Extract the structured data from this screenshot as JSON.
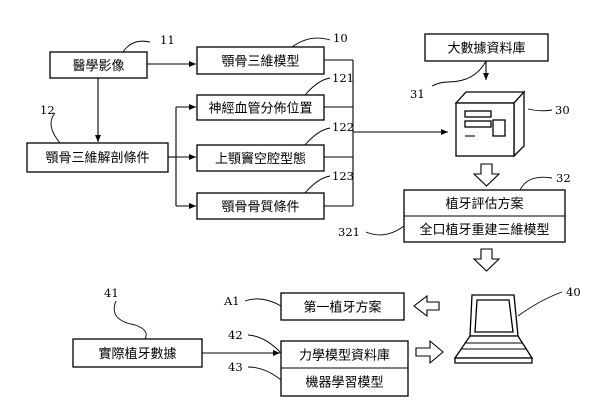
{
  "boxes": {
    "medical_image": "醫學影像",
    "jaw_3d_model": "顎骨三維模型",
    "nerve_vessel": "神經血管分佈位置",
    "jaw_anatomy": "顎骨三維解剖條件",
    "maxillary_sinus": "上顎竇空腔型態",
    "bone_quality": "顎骨骨質條件",
    "big_data_db": "大數據資料庫",
    "implant_plan": "植牙評估方案",
    "full_mouth_model": "全口植牙重建三維模型",
    "first_plan": "第一植牙方案",
    "actual_data": "實際植牙數據",
    "mechanics_db": "力學模型資料庫",
    "ml_model": "機器學習模型"
  },
  "refs": {
    "r11": "11",
    "r10": "10",
    "r121": "121",
    "r12": "12",
    "r122": "122",
    "r123": "123",
    "r31": "31",
    "r30": "30",
    "r32": "32",
    "r321": "321",
    "r40": "40",
    "rA1": "A1",
    "r41": "41",
    "r42": "42",
    "r43": "43"
  }
}
